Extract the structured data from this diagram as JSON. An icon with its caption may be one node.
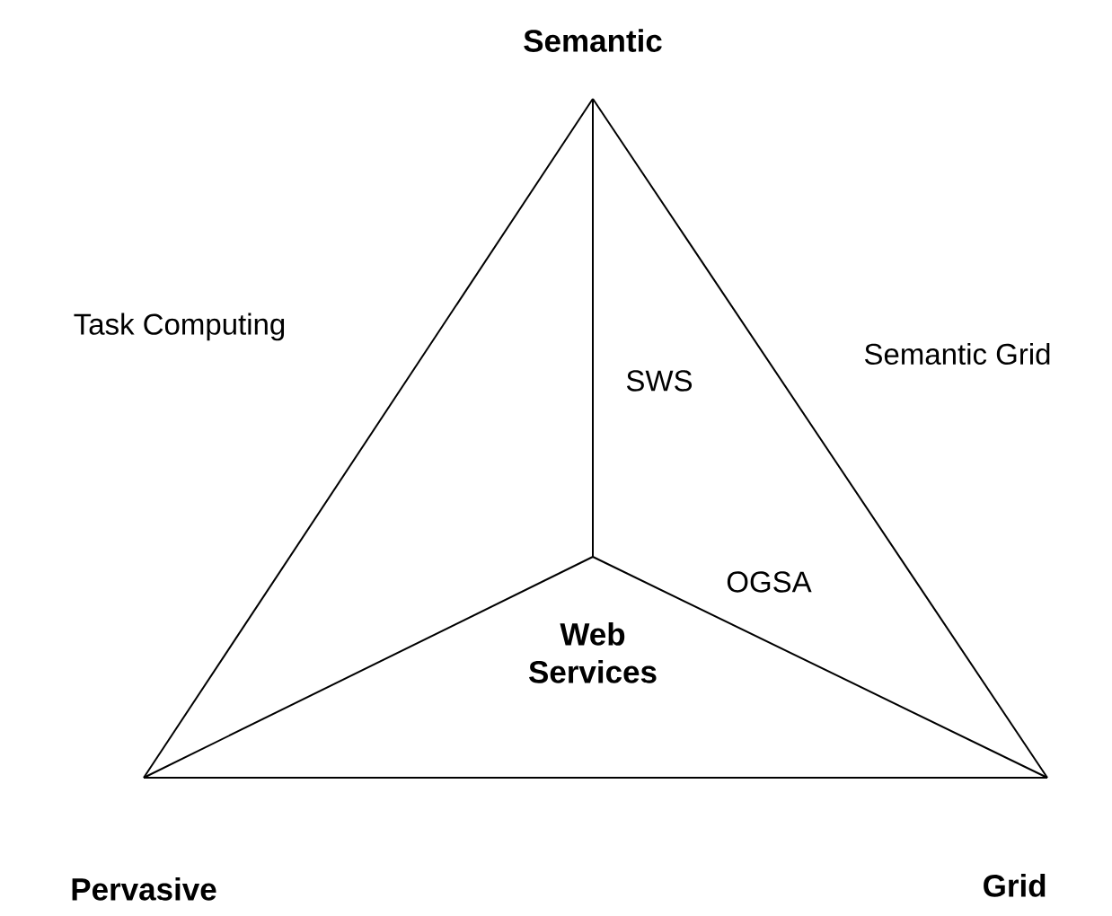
{
  "diagram": {
    "nodes": [
      {
        "text": [
          "Semantic"
        ]
      },
      {
        "text": [
          "Pervasive"
        ]
      },
      {
        "text": [
          "Grid"
        ]
      },
      {
        "text": [
          "Web Services"
        ]
      }
    ],
    "edges": [
      {
        "from": 0,
        "to": 1,
        "arrow": "none"
      },
      {
        "from": 0,
        "to": 2,
        "arrow": "none"
      },
      {
        "from": 1,
        "to": 2,
        "arrow": "none"
      },
      {
        "from": 3,
        "to": 0,
        "arrow": "none"
      },
      {
        "from": 3,
        "to": 1,
        "arrow": "none"
      },
      {
        "from": 3,
        "to": 2,
        "arrow": "none"
      }
    ],
    "labels": [
      "Task Computing",
      "Semantic Grid",
      "SWS",
      "OGSA"
    ]
  }
}
